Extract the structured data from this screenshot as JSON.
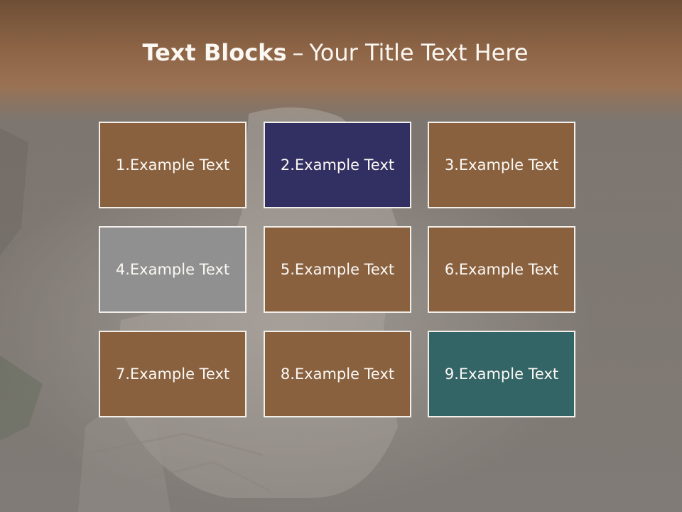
{
  "slide": {
    "title_bold": "Text Blocks",
    "title_dash": "–",
    "title_rest": "Your Title Text Here"
  },
  "blocks": [
    {
      "text": "1.Example Text",
      "color": "#89613f"
    },
    {
      "text": "2.Example Text",
      "color": "#323063"
    },
    {
      "text": "3.Example Text",
      "color": "#89613f"
    },
    {
      "text": "4.Example Text",
      "color": "#909090"
    },
    {
      "text": "5.Example Text",
      "color": "#89613f"
    },
    {
      "text": "6.Example Text",
      "color": "#89613f"
    },
    {
      "text": "7.Example Text",
      "color": "#89613f"
    },
    {
      "text": "8.Example Text",
      "color": "#89613f"
    },
    {
      "text": "9.Example Text",
      "color": "#336466"
    }
  ]
}
